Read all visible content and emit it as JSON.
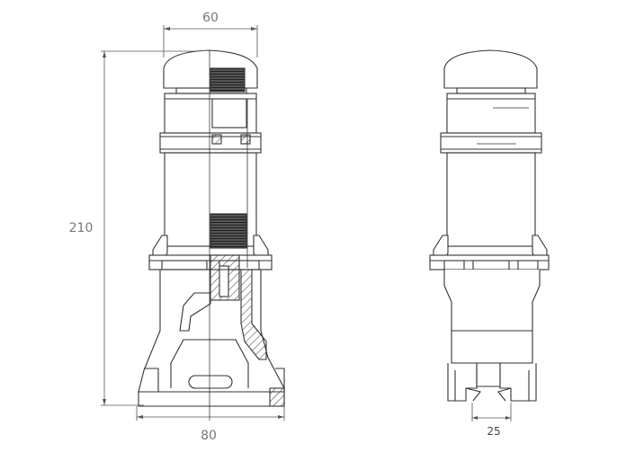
{
  "dimensions": {
    "top_width": "60",
    "height": "210",
    "base_width": "80",
    "slot_width": "25"
  }
}
